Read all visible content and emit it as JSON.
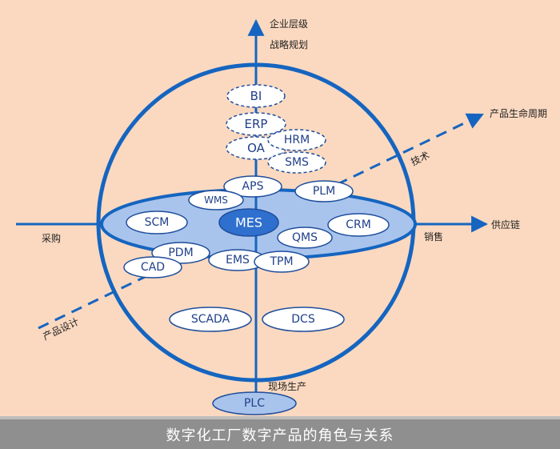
{
  "caption": "数字化工厂数字产品的角色与关系",
  "colors": {
    "background": "#fbd9c0",
    "axis": "#1565c0",
    "disk_fill": "#a9c4ec",
    "disk_stroke": "#1565c0",
    "mes_fill": "#2f6fce",
    "node_stroke": "#1f4e9c",
    "caption_bar": "#8f8f8f"
  },
  "axes": {
    "top_line1": "企业层级",
    "top_line2": "战略规划",
    "right": "供应链",
    "left": "采购",
    "right_lower": "销售",
    "bottom": "现场生产",
    "diag_upper_end": "产品生命周期",
    "diag_upper": "技术",
    "diag_lower": "产品设计"
  },
  "nodes": {
    "bi": "BI",
    "erp": "ERP",
    "oa": "OA",
    "hrm": "HRM",
    "sms": "SMS",
    "aps": "APS",
    "plm": "PLM",
    "wms": "WMS",
    "scm": "SCM",
    "mes": "MES",
    "crm": "CRM",
    "qms": "QMS",
    "pdm": "PDM",
    "cad": "CAD",
    "ems": "EMS",
    "tpm": "TPM",
    "scada": "SCADA",
    "dcs": "DCS",
    "plc": "PLC"
  }
}
